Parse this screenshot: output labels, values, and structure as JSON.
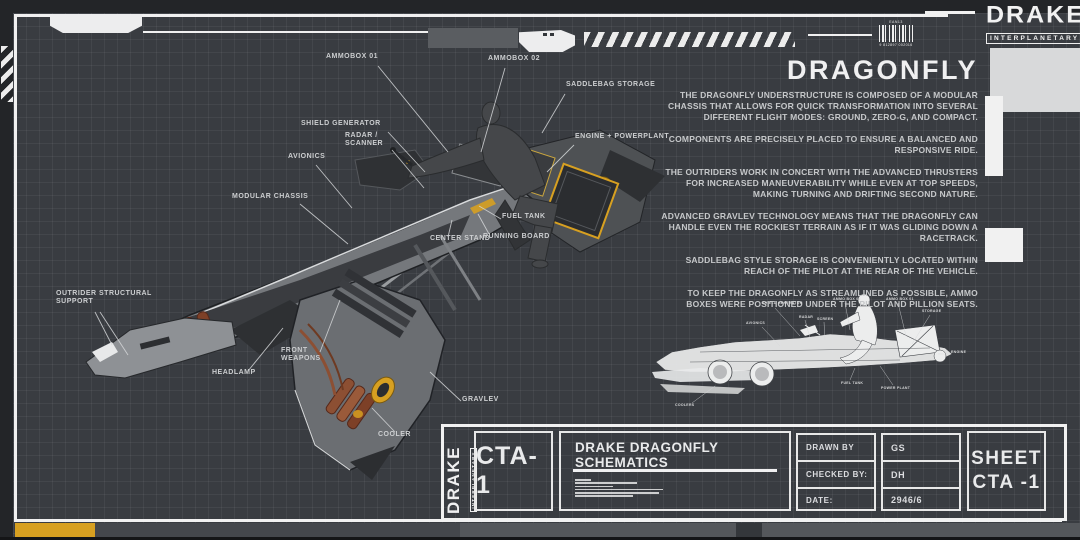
{
  "brand": {
    "name": "DRAKE",
    "subname": "INTERPLANETARY"
  },
  "hero": {
    "title": "DRAGONFLY",
    "paragraphs": [
      "THE DRAGONFLY UNDERSTRUCTURE IS COMPOSED OF A MODULAR CHASSIS THAT ALLOWS FOR QUICK TRANSFORMATION INTO SEVERAL DIFFERENT FLIGHT MODES: GROUND, ZERO-G, AND COMPACT.",
      "COMPONENTS ARE PRECISELY PLACED TO ENSURE A BALANCED AND RESPONSIVE RIDE.",
      "THE OUTRIDERS WORK IN CONCERT WITH THE ADVANCED THRUSTERS FOR INCREASED MANEUVERABILITY WHILE EVEN AT TOP SPEEDS, MAKING TURNING AND DRIFTING SECOND NATURE.",
      "ADVANCED GRAVLEV TECHNOLOGY MEANS THAT THE DRAGONFLY CAN HANDLE EVEN THE ROCKIEST TERRAIN AS IF IT WAS GLIDING DOWN A RACETRACK.",
      "SADDLEBAG STYLE STORAGE IS CONVENIENTLY LOCATED WITHIN REACH OF THE PILOT AT THE REAR OF THE VEHICLE.",
      "TO KEEP THE DRAGONFLY AS STREAMLINED AS POSSIBLE, AMMO BOXES WERE POSITIONED UNDER THE PILOT AND PILLION SEATS."
    ]
  },
  "callouts": {
    "main": [
      {
        "text": "AMMOBOX 01"
      },
      {
        "text": "AMMOBOX 02"
      },
      {
        "text": "SADDLEBAG STORAGE"
      },
      {
        "text": "SHIELD GENERATOR"
      },
      {
        "text": "RADAR /\nSCANNER"
      },
      {
        "text": "AVIONICS"
      },
      {
        "text": "ENGINE + POWERPLANT"
      },
      {
        "text": "MODULAR CHASSIS"
      },
      {
        "text": "FUEL TANK"
      },
      {
        "text": "CENTER STAND"
      },
      {
        "text": "RUNNING BOARD"
      },
      {
        "text": "OUTRIDER STRUCTURAL\nSUPPORT"
      },
      {
        "text": "HEADLAMP"
      },
      {
        "text": "FRONT\nWEAPONS"
      },
      {
        "text": "GRAVLEV"
      },
      {
        "text": "COOLER"
      }
    ],
    "mini": [
      {
        "text": "SHIELD GENERATOR"
      },
      {
        "text": "AMMO BOX 02"
      },
      {
        "text": "AMMO BOX 01"
      },
      {
        "text": "STORAGE"
      },
      {
        "text": "AVIONICS"
      },
      {
        "text": "RADAR"
      },
      {
        "text": "SCREEN"
      },
      {
        "text": "ENGINE"
      },
      {
        "text": "FUEL TANK"
      },
      {
        "text": "POWER PLANT"
      },
      {
        "text": "COOLERS"
      }
    ]
  },
  "title_block": {
    "code": "CTA-1",
    "drawing_title": "DRAKE DRAGONFLY SCHEMATICS",
    "fields": [
      {
        "label": "DRAWN BY",
        "value": "GS"
      },
      {
        "label": "CHECKED BY:",
        "value": "DH"
      },
      {
        "label": "DATE:",
        "value": "2946/6"
      }
    ],
    "sheet_label": "SHEET",
    "sheet_value": "CTA -1"
  },
  "barcode": {
    "standard": "EAN13",
    "digits": "9 812897 002016"
  },
  "colors": {
    "accent": "#d7a021",
    "background": "#393c41",
    "frame": "#f1f1f1",
    "inkline": "#d5d7d9"
  }
}
